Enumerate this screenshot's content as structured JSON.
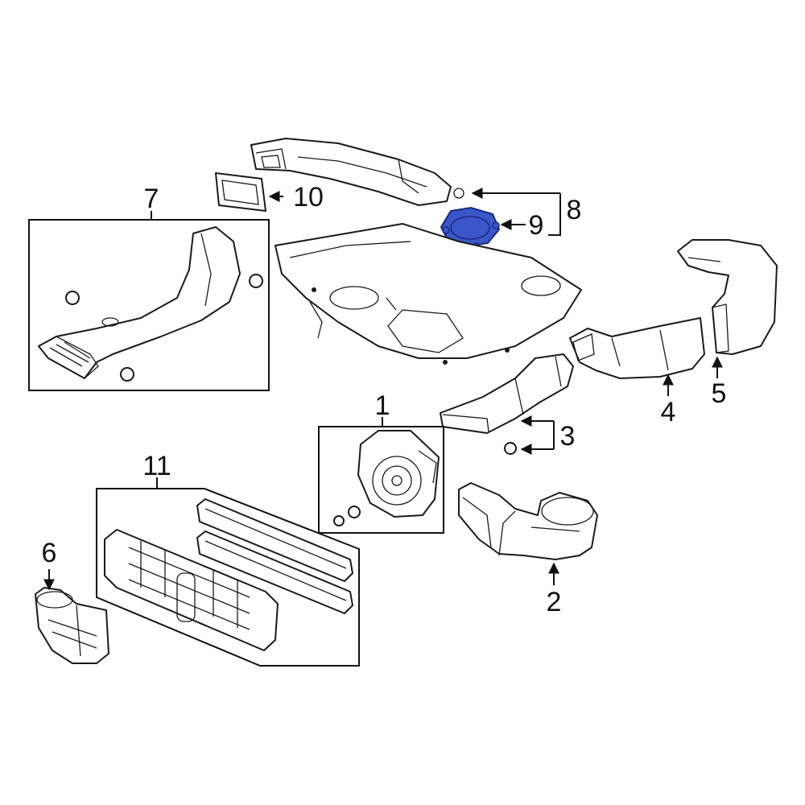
{
  "callouts": {
    "c1": "1",
    "c2": "2",
    "c3": "3",
    "c4": "4",
    "c5": "5",
    "c6": "6",
    "c7": "7",
    "c8": "8",
    "c9": "9",
    "c10": "10",
    "c11": "11"
  },
  "colors": {
    "line": "#1a1a1a",
    "highlight_fill": "#3a56c8",
    "highlight_stroke": "#1a2a80",
    "background": "#ffffff"
  }
}
